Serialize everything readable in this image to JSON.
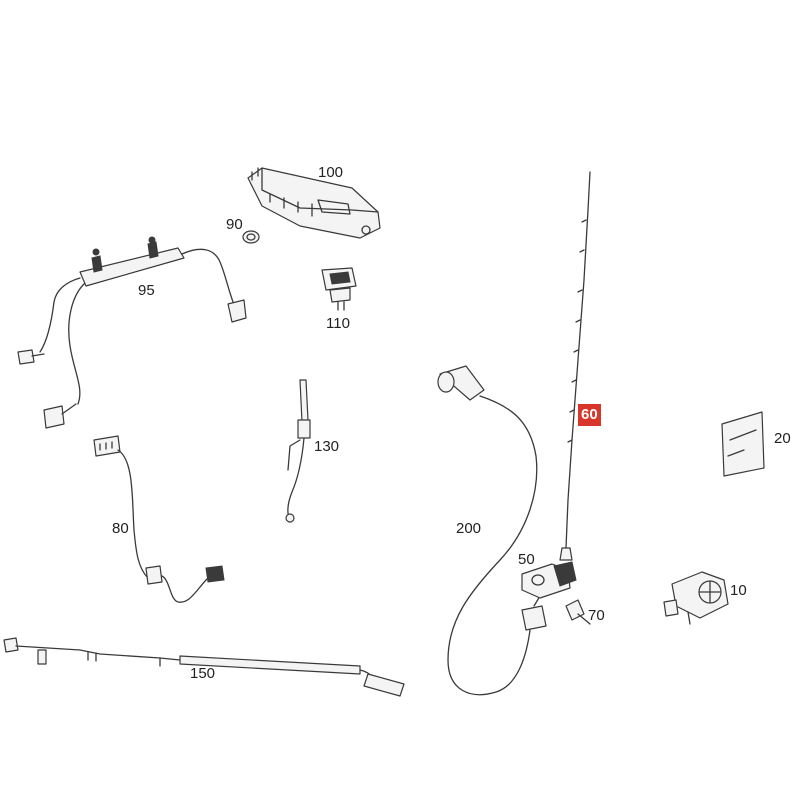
{
  "diagram": {
    "highlight_color": "#d9362b",
    "line_color": "#3a3a3a",
    "callouts": [
      {
        "id": "p100",
        "label": "100",
        "active": false
      },
      {
        "id": "p90",
        "label": "90",
        "active": false
      },
      {
        "id": "p95",
        "label": "95",
        "active": false
      },
      {
        "id": "p110",
        "label": "110",
        "active": false
      },
      {
        "id": "p130",
        "label": "130",
        "active": false
      },
      {
        "id": "p80",
        "label": "80",
        "active": false
      },
      {
        "id": "p150",
        "label": "150",
        "active": false
      },
      {
        "id": "p200",
        "label": "200",
        "active": false
      },
      {
        "id": "p60",
        "label": "60",
        "active": true
      },
      {
        "id": "p20",
        "label": "20",
        "active": false
      },
      {
        "id": "p50",
        "label": "50",
        "active": false
      },
      {
        "id": "p70",
        "label": "70",
        "active": false
      },
      {
        "id": "p10",
        "label": "10",
        "active": false
      }
    ]
  }
}
